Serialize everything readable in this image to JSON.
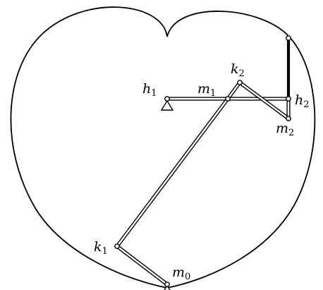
{
  "labels": {
    "h1": {
      "main": "h",
      "sub": "1"
    },
    "m1": {
      "main": "m",
      "sub": "1"
    },
    "k2": {
      "main": "k",
      "sub": "2"
    },
    "h2": {
      "main": "h",
      "sub": "2"
    },
    "m2": {
      "main": "m",
      "sub": "2"
    },
    "k1": {
      "main": "k",
      "sub": "1"
    },
    "m0": {
      "main": "m",
      "sub": "0"
    }
  },
  "colors": {
    "ink": "#000000",
    "paper": "#ffffff"
  }
}
